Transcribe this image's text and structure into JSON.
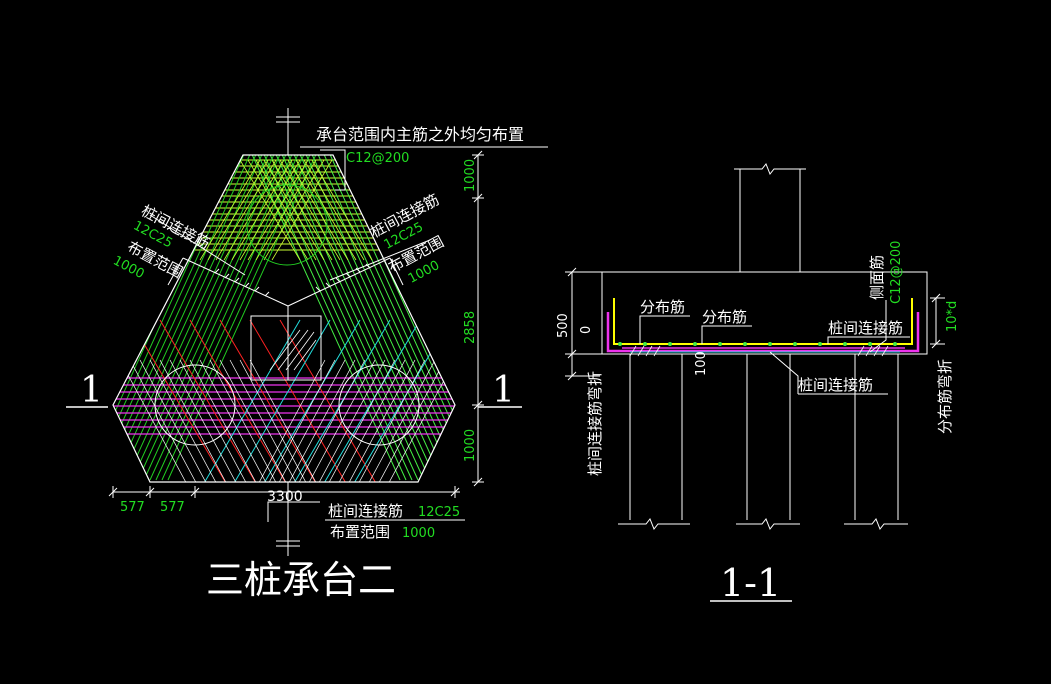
{
  "colors": {
    "background": "#000000",
    "outline": "#ffffff",
    "green": "#22cc22",
    "yellow_green": "#ccff33",
    "bright_green": "#44ee44",
    "red": "#ff2222",
    "magenta": "#ee33ee",
    "cyan": "#22dddd",
    "yellow": "#ffff00",
    "text_white": "#ffffff",
    "text_green": "#22dd22"
  },
  "plan": {
    "title": "三桩承台二",
    "section_mark_left": "1",
    "section_mark_right": "1",
    "top_note": "承台范围内主筋之外均匀布置",
    "top_note_spec": "C12@200",
    "left_tie_label": "桩间连接筋",
    "left_tie_spec": "12C25",
    "left_range_label": "布置范围",
    "left_range_value": "1000",
    "right_tie_label": "桩间连接筋",
    "right_tie_spec": "12C25",
    "right_range_label": "布置范围",
    "right_range_value": "1000",
    "bottom_tie_label": "桩间连接筋",
    "bottom_tie_spec": "12C25",
    "bottom_range_label": "布置范围",
    "bottom_range_value": "1000",
    "dims_vertical": [
      "1000",
      "2858",
      "1000"
    ],
    "dim_bottom_total": "3300",
    "dims_bottom_left": [
      "577",
      "577"
    ]
  },
  "section": {
    "title": "1-1",
    "depth_label": "500",
    "zero_label": "0",
    "cover_label": "100",
    "dist_bar_a": "分布筋",
    "dist_bar_b": "分布筋",
    "side_bar_label": "侧面筋",
    "side_bar_spec": "C12@200",
    "tie_bar_upper": "桩间连接筋",
    "tie_bar_lower": "桩间连接筋",
    "left_bend_label": "桩间连接筋弯折",
    "right_bend_label": "分布筋弯折",
    "right_bend_spec": "10*d"
  }
}
